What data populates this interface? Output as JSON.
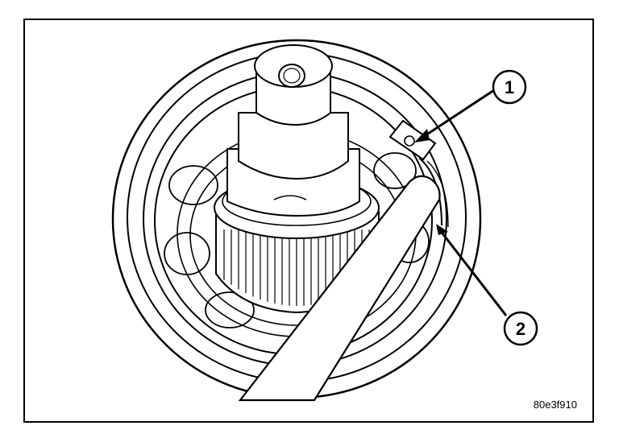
{
  "figure": {
    "figure_id": "80e3f910",
    "callouts": [
      {
        "number": "1"
      },
      {
        "number": "2"
      }
    ]
  },
  "colors": {
    "line": "#000000",
    "background": "#ffffff"
  }
}
